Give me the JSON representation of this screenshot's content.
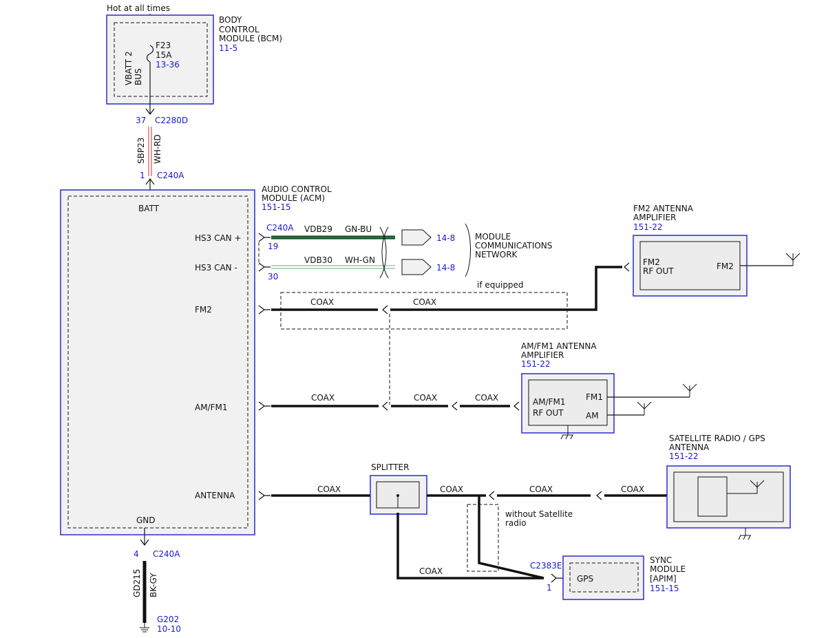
{
  "top_note": "Hot at all times",
  "bcm": {
    "name_lines": [
      "BODY",
      "CONTROL",
      "MODULE (BCM)"
    ],
    "ref": "11-5",
    "bus_lines": [
      "VBATT 2",
      "BUS"
    ],
    "fuse": "F23",
    "fuse_rating": "15A",
    "fuse_ref": "13-36"
  },
  "batt_wire": {
    "pin_top": "37",
    "connector_top": "C2280D",
    "circuit": "SBP23",
    "color": "WH-RD",
    "pin_bottom": "1",
    "connector_bottom": "C240A"
  },
  "acm": {
    "name_lines": [
      "AUDIO CONTROL",
      "MODULE (ACM)"
    ],
    "ref": "151-15",
    "pins": {
      "batt": "BATT",
      "hs3_plus": "HS3 CAN +",
      "hs3_minus": "HS3 CAN -",
      "fm2": "FM2",
      "amfm1": "AM/FM1",
      "antenna": "ANTENNA",
      "gnd": "GND"
    }
  },
  "can": {
    "connector": "C240A",
    "pin_plus": "19",
    "pin_minus": "30",
    "circuit_plus": "VDB29",
    "color_plus": "GN-BU",
    "circuit_minus": "VDB30",
    "color_minus": "WH-GN",
    "ref_plus": "14-8",
    "ref_minus": "14-8",
    "network_lines": [
      "MODULE",
      "COMMUNICATIONS",
      "NETWORK"
    ]
  },
  "if_equipped": "if equipped",
  "coax_label": "COAX",
  "fm2_amp": {
    "name_lines": [
      "FM2 ANTENNA",
      "AMPLIFIER"
    ],
    "ref": "151-22",
    "out_lines": [
      "FM2",
      "RF OUT"
    ],
    "fm2": "FM2"
  },
  "amfm1_amp": {
    "name_lines": [
      "AM/FM1 ANTENNA",
      "AMPLIFIER"
    ],
    "ref": "151-22",
    "out_lines": [
      "AM/FM1",
      "RF OUT"
    ],
    "fm1": "FM1",
    "am": "AM"
  },
  "sat_antenna": {
    "name_lines": [
      "SATELLITE RADIO / GPS",
      "ANTENNA"
    ],
    "ref": "151-22"
  },
  "splitter": "SPLITTER",
  "without_sat_lines": [
    "without Satellite",
    "radio"
  ],
  "sync": {
    "connector": "C2383E",
    "pin": "1",
    "gps": "GPS",
    "name_lines": [
      "SYNC",
      "MODULE",
      "[APIM]"
    ],
    "ref": "151-15"
  },
  "ground_wire": {
    "pin": "4",
    "connector": "C240A",
    "circuit": "GD215",
    "color": "BK-GY",
    "ground": "G202",
    "ground_ref": "10-10"
  },
  "colors": {
    "module_border": "#2a2ad0",
    "ref_text": "#1a1acc",
    "wh_rd_stripe": "#e05050",
    "gn_bu": "#1f7a3a",
    "wh_gn": "#7fc58f"
  }
}
